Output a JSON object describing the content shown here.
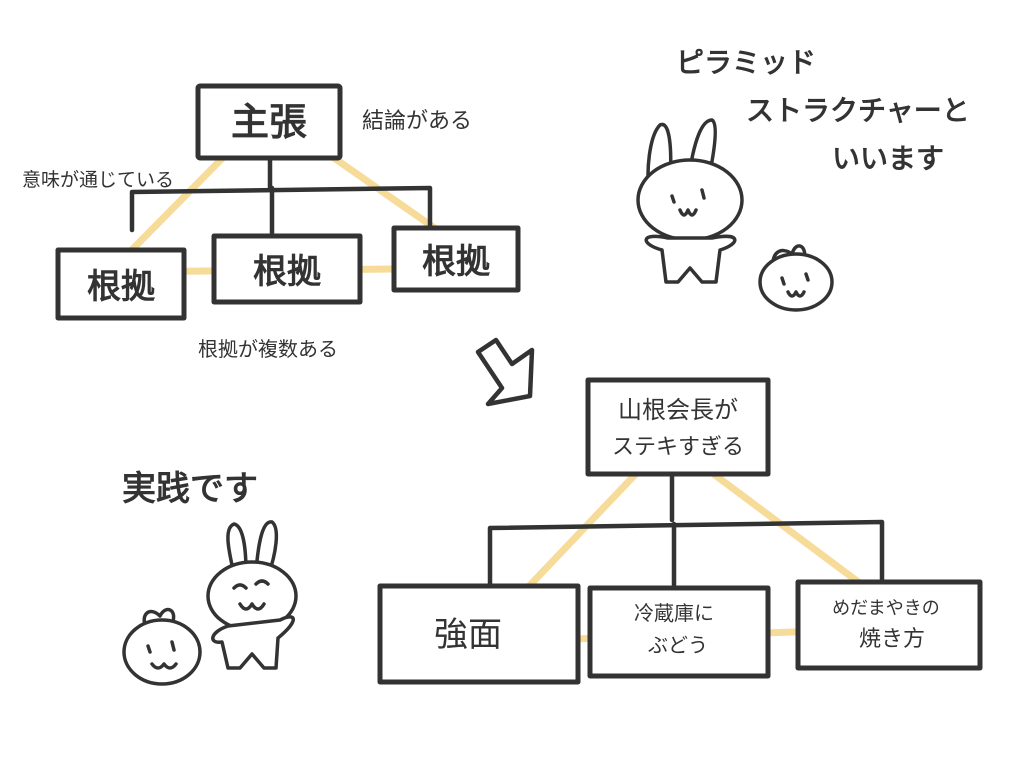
{
  "top_pyramid": {
    "claim": "主張",
    "claim_note": "結論がある",
    "link_note": "意味が通じている",
    "grounds": [
      "根拠",
      "根拠",
      "根拠"
    ],
    "grounds_note": "根拠が複数ある"
  },
  "pyramid_caption": [
    "ピラミッド",
    "ストラクチャーと",
    "いいます"
  ],
  "bottom_pyramid": {
    "claim_lines": [
      "山根会長が",
      "ステキすぎる"
    ],
    "grounds": [
      [
        "強面"
      ],
      [
        "冷蔵庫に",
        "ぶどう"
      ],
      [
        "めだまやきの",
        "焼き方"
      ]
    ]
  },
  "practice_caption": "実践です",
  "colors": {
    "ink": "#333333",
    "triangle": "#f5d78e",
    "background": "#ffffff"
  }
}
